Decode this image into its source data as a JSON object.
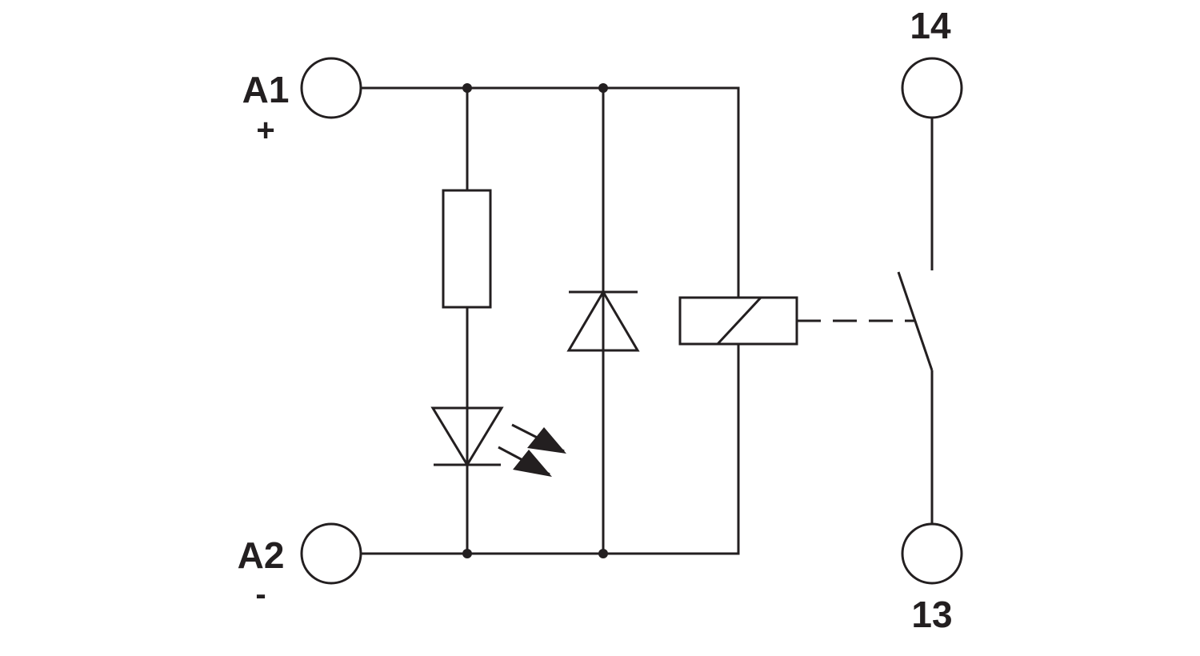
{
  "terminals": {
    "a1": {
      "label": "A1",
      "polarity": "+"
    },
    "a2": {
      "label": "A2",
      "polarity": "-"
    },
    "contact_top": {
      "label": "14"
    },
    "contact_bottom": {
      "label": "13"
    }
  },
  "colors": {
    "line": "#231f20",
    "fill": "#ffffff"
  }
}
